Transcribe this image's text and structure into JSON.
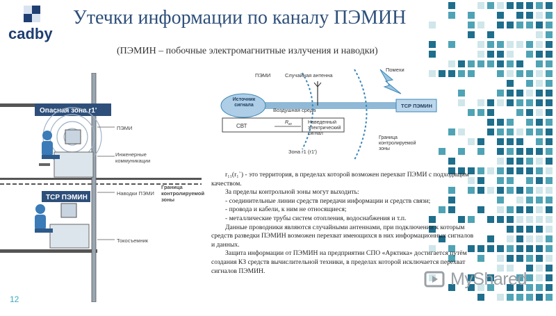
{
  "logo": {
    "text": "cadby"
  },
  "title": "Утечки информации по каналу ПЭМИН",
  "subtitle": "(ПЭМИН – побочные электромагнитные излучения и наводки)",
  "left_figure": {
    "danger_zone": "Опасная зона r1'",
    "pemi": "ПЭМИ",
    "engineering": "Инженерные коммуникации",
    "pemi_induction": "Наводки ПЭМИ",
    "boundary": "Граница контролируемой зоны",
    "tcp_label": "ТСР ПЭМИН",
    "grounding": "Токосъемник"
  },
  "right_figure": {
    "pemi": "ПЭМИ",
    "random_antenna": "Случайная антенна",
    "interference": "Помехи",
    "source": "Источник сигнала",
    "air_medium": "Воздушная среда",
    "svt": "СВТ",
    "r_label": "R",
    "r_sub": "кз",
    "induced_signal": "Наведенный электрический сигнал",
    "zone": "Зона r1 (r1')",
    "boundary": "Граница контролируемой зоны",
    "tcp": "ТСР ПЭМИН"
  },
  "body": {
    "def_prefix": "r",
    "def_rest": "₁₁(r₁`) - это территория, в пределах которой возможен перехват ПЭМИ с подходящим качеством.",
    "beyond": "За пределы контрольной зоны могут выходить:",
    "item1": "- соединительные линии средств передачи информации и средств связи;",
    "item2": "- провода и кабели, к ним не относящиеся;",
    "item3": "- металлические трубы систем отопления, водоснабжения и т.п.",
    "antennas": "Данные проводники являются случайными антеннами, при подключении к которым средств разведки ПЭМИН возможен перехват имеющихся в них информационных сигналов и данных.",
    "protection": "Защита информации от ПЭМИН на предприятии СПО «Арктика» достигается путём создания КЗ средств вычислительной техники, в пределах которой исключается перехват сигналов ПЭМИН."
  },
  "page_number": "12",
  "watermark": "MyShared",
  "colors": {
    "title": "#2e4f7a",
    "accent": "#3a86b8",
    "mosaic_dark": "#1e6e8c",
    "mosaic_mid": "#4fa3b5",
    "mosaic_light": "#cfe6ea"
  }
}
